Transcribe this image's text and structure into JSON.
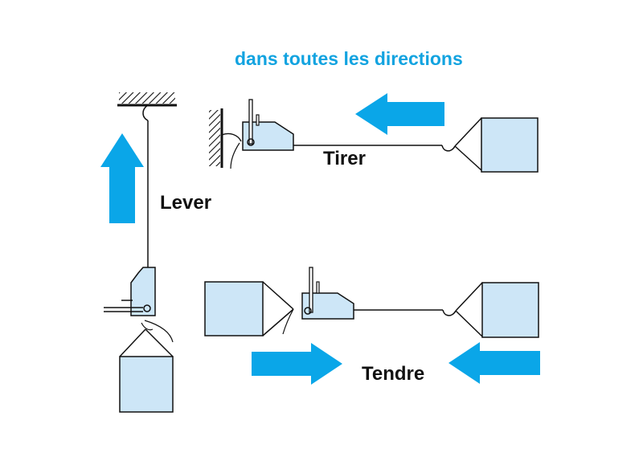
{
  "heading": "dans toutes les directions",
  "labels": {
    "lever": "Lever",
    "tirer": "Tirer",
    "tendre": "Tendre"
  },
  "colors": {
    "heading": "#12a3e0",
    "arrow": "#0aa6e8",
    "load_fill": "#cde6f7",
    "line": "#111111"
  },
  "icons": [
    "ceiling-anchor-icon",
    "wall-anchor-icon",
    "hoist-icon",
    "load-icon",
    "arrow-icon"
  ]
}
